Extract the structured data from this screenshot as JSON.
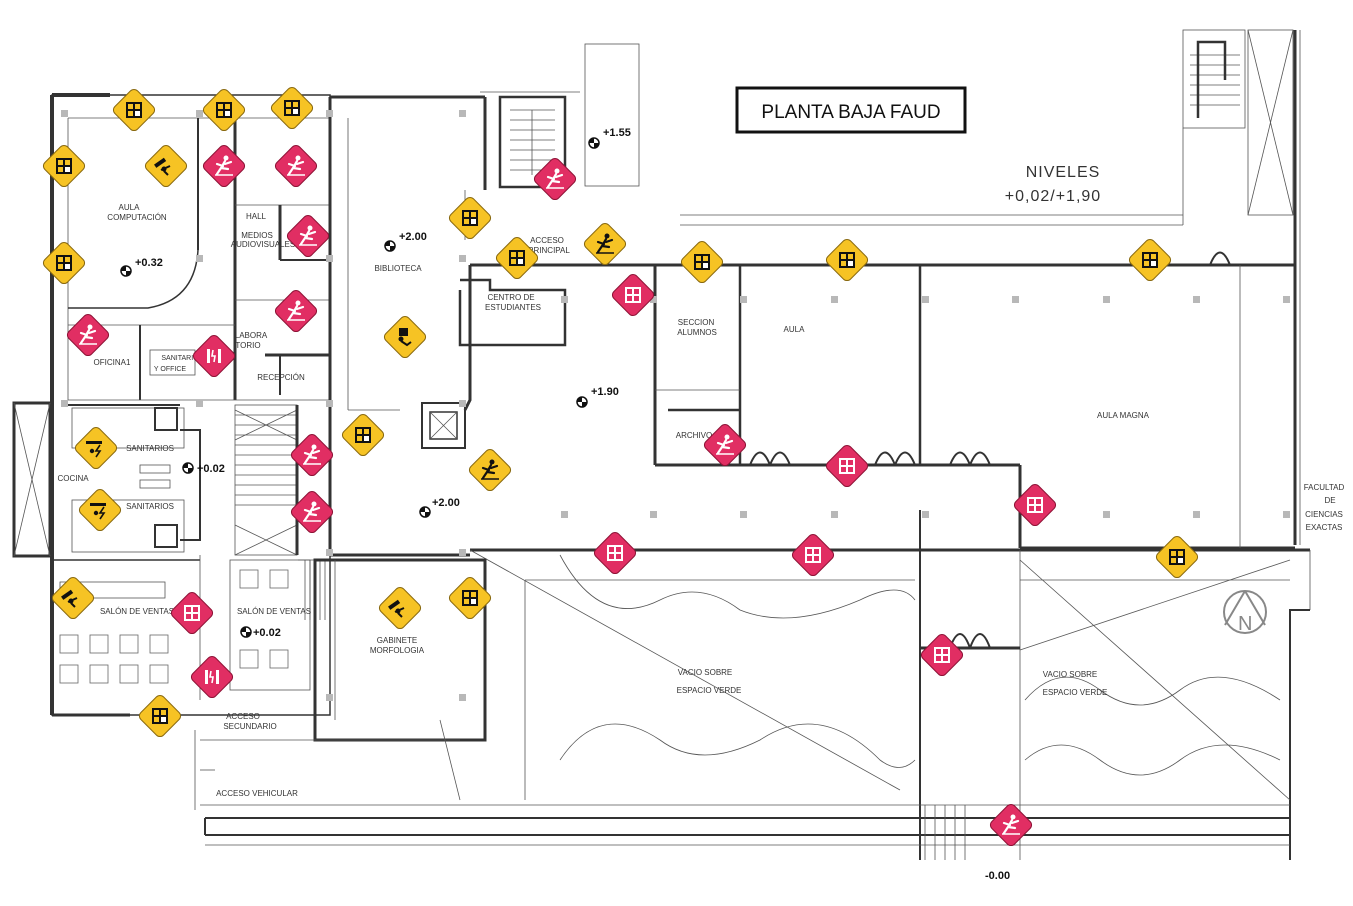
{
  "plan": {
    "title": "PLANTA BAJA FAUD",
    "niveles_title": "NIVELES",
    "niveles_value": "+0,02/+1,90",
    "north": "N"
  },
  "rooms": {
    "aula_computacion_1": "AULA",
    "aula_computacion_2": "COMPUTACIÓN",
    "hall": "HALL",
    "medios_1": "MEDIOS",
    "medios_2": "AUDIOVISUALES",
    "biblioteca": "BIBLIOTECA",
    "acceso_principal_1": "ACCESO",
    "acceso_principal_2": "PRINCIPAL",
    "centro_1": "CENTRO DE",
    "centro_2": "ESTUDIANTES",
    "seccion_1": "SECCION",
    "seccion_2": "ALUMNOS",
    "aula": "AULA",
    "oficina1": "OFICINA1",
    "sanitario_1": "SANITARIO",
    "sanitario_2": "Y OFFICE",
    "laboratorio_1": "LABORA",
    "laboratorio_2": "TORIO",
    "recepcion": "RECEPCIÓN",
    "aula_magna": "AULA MAGNA",
    "archivo": "ARCHIVO",
    "sanitarios_a": "SANITARIOS",
    "sanitarios_b": "SANITARIOS",
    "cocina": "COCINA",
    "facultad_1": "FACULTAD",
    "facultad_2": "DE",
    "facultad_3": "CIENCIAS",
    "facultad_4": "EXACTAS",
    "salon_ventas_1": "SALÓN DE VENTAS",
    "salon_ventas_2": "SALÓN DE VENTAS",
    "gabinete_1": "GABINETE",
    "gabinete_2": "MORFOLOGIA",
    "vacio_1a": "VACIO SOBRE",
    "vacio_1b": "ESPACIO VERDE",
    "vacio_2a": "VACIO SOBRE",
    "vacio_2b": "ESPACIO VERDE",
    "acceso_secundario_1": "ACCESO",
    "acceso_secundario_2": "SECUNDARIO",
    "acceso_vehicular": "ACCESO VEHICULAR"
  },
  "levels": {
    "l_155": "+1.55",
    "l_200_bib": "+2.00",
    "l_032": "+0.32",
    "l_190": "+1.90",
    "l_002_san": "+0.02",
    "l_200_hall": "+2.00",
    "l_002_ventas": "+0.02",
    "l_000": "-0.00"
  },
  "colors": {
    "hazard_yellow": "#F6C324",
    "hazard_pink": "#E12E63",
    "wall": "#333333"
  },
  "markers": [
    {
      "type": "window-hazard",
      "color": "yellow"
    },
    {
      "type": "window-hazard",
      "color": "yellow"
    },
    {
      "type": "window-hazard",
      "color": "yellow"
    },
    {
      "type": "window-hazard",
      "color": "yellow"
    },
    {
      "type": "window-hazard",
      "color": "yellow"
    },
    {
      "type": "falling-object-hazard",
      "color": "yellow"
    },
    {
      "type": "slip-hazard",
      "color": "pink"
    },
    {
      "type": "slip-hazard",
      "color": "pink"
    },
    {
      "type": "slip-hazard",
      "color": "pink"
    },
    {
      "type": "slip-hazard",
      "color": "pink"
    },
    {
      "type": "slip-hazard",
      "color": "pink"
    },
    {
      "type": "electric-hazard",
      "color": "pink"
    },
    {
      "type": "window-hazard",
      "color": "yellow"
    },
    {
      "type": "window-hazard",
      "color": "yellow"
    },
    {
      "type": "slip-hazard",
      "color": "yellow"
    },
    {
      "type": "window-hazard",
      "color": "yellow"
    },
    {
      "type": "window-hazard",
      "color": "yellow"
    },
    {
      "type": "slip-hazard",
      "color": "pink"
    },
    {
      "type": "glass-door-hazard",
      "color": "pink"
    },
    {
      "type": "person-hazard",
      "color": "yellow"
    },
    {
      "type": "window-hazard",
      "color": "yellow"
    },
    {
      "type": "slip-hazard",
      "color": "pink"
    },
    {
      "type": "slip-hazard",
      "color": "yellow"
    },
    {
      "type": "slip-hazard",
      "color": "pink"
    },
    {
      "type": "glass-door-hazard",
      "color": "pink"
    },
    {
      "type": "glass-door-hazard",
      "color": "pink"
    },
    {
      "type": "window-hazard",
      "color": "yellow"
    },
    {
      "type": "window-hazard",
      "color": "yellow"
    },
    {
      "type": "window-hazard",
      "color": "yellow"
    },
    {
      "type": "electric-hazard",
      "color": "yellow"
    },
    {
      "type": "electric-hazard",
      "color": "yellow"
    },
    {
      "type": "falling-object-hazard",
      "color": "yellow"
    },
    {
      "type": "glass-door-hazard",
      "color": "pink"
    },
    {
      "type": "falling-object-hazard",
      "color": "yellow"
    },
    {
      "type": "window-hazard",
      "color": "yellow"
    },
    {
      "type": "electric-hazard",
      "color": "pink"
    },
    {
      "type": "window-hazard",
      "color": "yellow"
    },
    {
      "type": "glass-door-hazard",
      "color": "pink"
    },
    {
      "type": "glass-door-hazard",
      "color": "pink"
    },
    {
      "type": "glass-door-hazard",
      "color": "pink"
    },
    {
      "type": "window-hazard",
      "color": "yellow"
    },
    {
      "type": "glass-door-hazard",
      "color": "pink"
    },
    {
      "type": "slip-hazard",
      "color": "pink"
    }
  ]
}
